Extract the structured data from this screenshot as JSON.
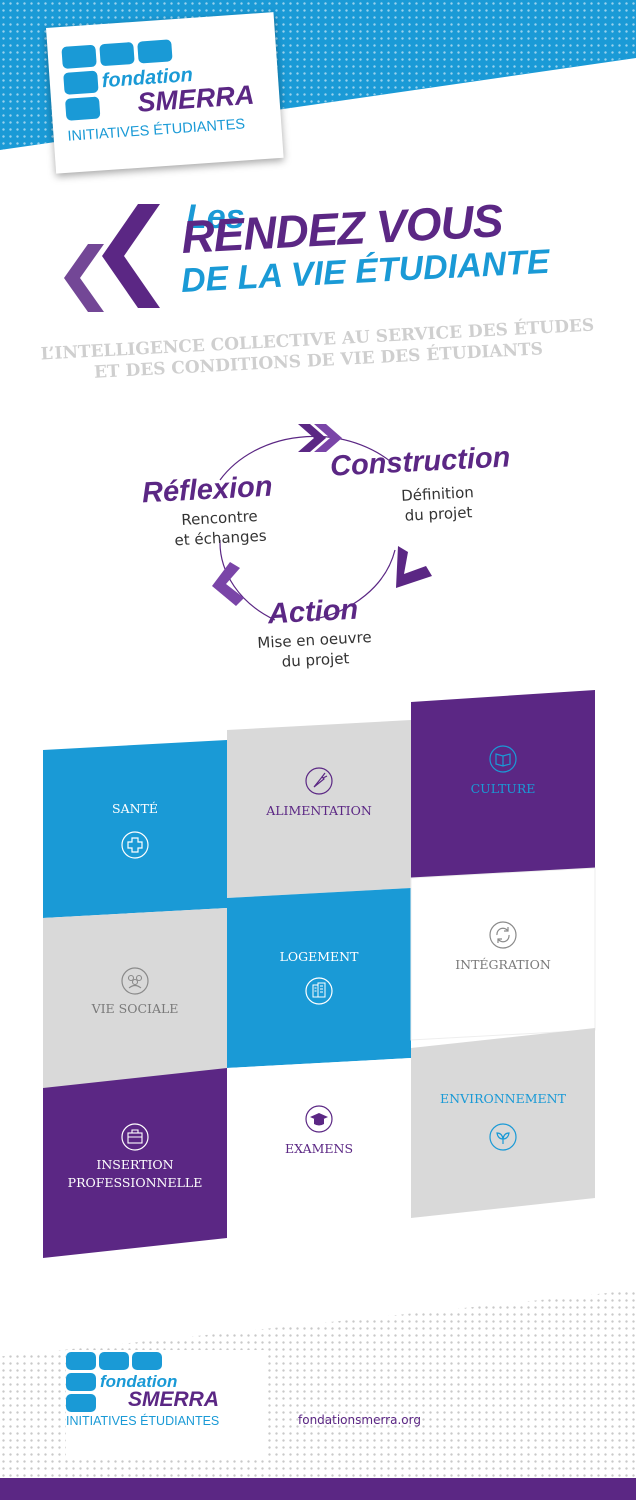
{
  "logo": {
    "line1": "fondation",
    "line2": "SMERRA",
    "line3": "INITIATIVES ÉTUDIANTES"
  },
  "title": {
    "line1": "Les",
    "line2": "RENDEZ VOUS",
    "line3": "DE LA VIE ÉTUDIANTE"
  },
  "subtitle": {
    "line1": "L’INTELLIGENCE COLLECTIVE AU SERVICE DES ÉTUDES",
    "line2": "ET DES CONDITIONS DE VIE DES ÉTUDIANTS"
  },
  "cycle": {
    "reflexion": {
      "title": "Réflexion",
      "desc1": "Rencontre",
      "desc2": "et échanges"
    },
    "construction": {
      "title": "Construction",
      "desc1": "Définition",
      "desc2": "du projet"
    },
    "action": {
      "title": "Action",
      "desc1": "Mise en oeuvre",
      "desc2": "du projet"
    }
  },
  "grid": {
    "sante": "SANTÉ",
    "alimentation": "ALIMENTATION",
    "culture": "CULTURE",
    "vie_sociale": "VIE SOCIALE",
    "logement": "LOGEMENT",
    "integration": "INTÉGRATION",
    "insertion_line1": "INSERTION",
    "insertion_line2": "PROFESSIONNELLE",
    "examens": "EXAMENS",
    "environnement": "ENVIRONNEMENT"
  },
  "footer": {
    "url": "fondationsmerra.org"
  },
  "colors": {
    "blue": "#1a9ad6",
    "purple": "#5b2784",
    "grey": "#d6d6d6"
  }
}
